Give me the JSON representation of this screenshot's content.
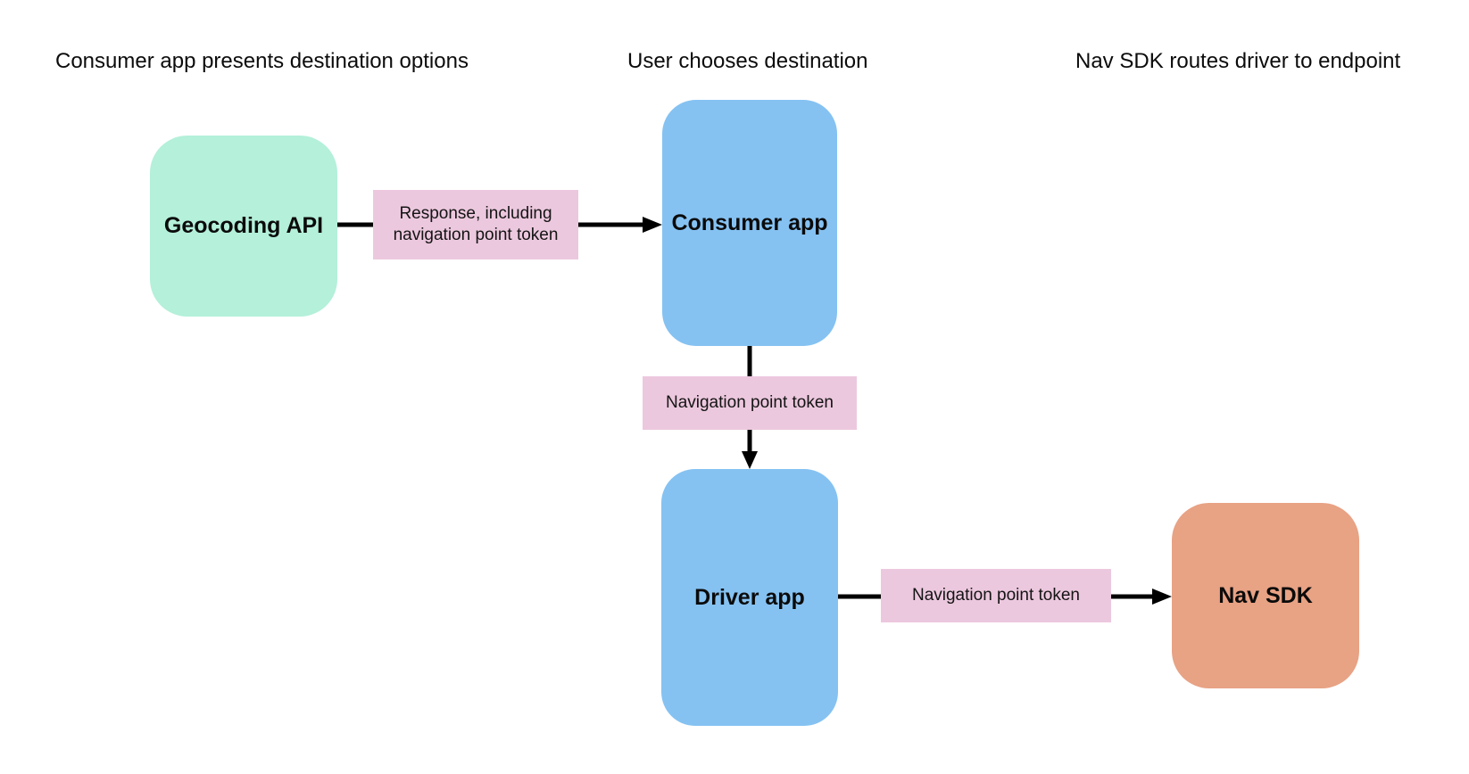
{
  "diagram": {
    "captions": [
      {
        "label": "Consumer app presents destination options"
      },
      {
        "label": "User chooses destination"
      },
      {
        "label": "Nav SDK routes driver to endpoint"
      }
    ],
    "nodes": [
      {
        "id": "geocoding-api",
        "label": "Geocoding API",
        "color": "#b4f0da"
      },
      {
        "id": "consumer-app",
        "label": "Consumer app",
        "color": "#85c2f2"
      },
      {
        "id": "driver-app",
        "label": "Driver app",
        "color": "#85c2f2"
      },
      {
        "id": "nav-sdk",
        "label": "Nav SDK",
        "color": "#e8a284"
      }
    ],
    "edges": [
      {
        "from": "geocoding-api",
        "to": "consumer-app",
        "label": "Response, including navigation point token"
      },
      {
        "from": "consumer-app",
        "to": "driver-app",
        "label": "Navigation point token"
      },
      {
        "from": "driver-app",
        "to": "nav-sdk",
        "label": "Navigation point token"
      }
    ],
    "edge_label_bg": "#ecc8de",
    "arrow_color": "#000000",
    "canvas_bg": "#ffffff"
  }
}
